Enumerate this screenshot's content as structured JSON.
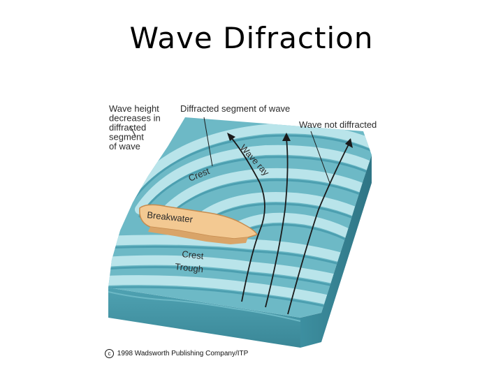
{
  "title": "Wave Difraction",
  "labels": {
    "wave_height_lines": [
      "Wave height",
      "decreases in",
      "diffracted",
      "segment",
      "of wave"
    ],
    "diffracted_segment": "Diffracted segment of wave",
    "not_diffracted": "Wave not diffracted",
    "wave_ray": "Wave ray",
    "crest_top": "Crest",
    "breakwater": "Breakwater",
    "crest_bottom": "Crest",
    "trough": "Trough"
  },
  "copyright": {
    "symbol": "c",
    "text": "1998 Wadsworth Publishing Company/ITP"
  },
  "colors": {
    "water_top": "#7fc8d2",
    "water_crest": "#b8e3ea",
    "water_trough": "#4aa3b4",
    "water_side": "#3f8fa0",
    "water_side_dark": "#2f7686",
    "breakwater": "#f0c48e",
    "breakwater_edge": "#c98f52"
  }
}
